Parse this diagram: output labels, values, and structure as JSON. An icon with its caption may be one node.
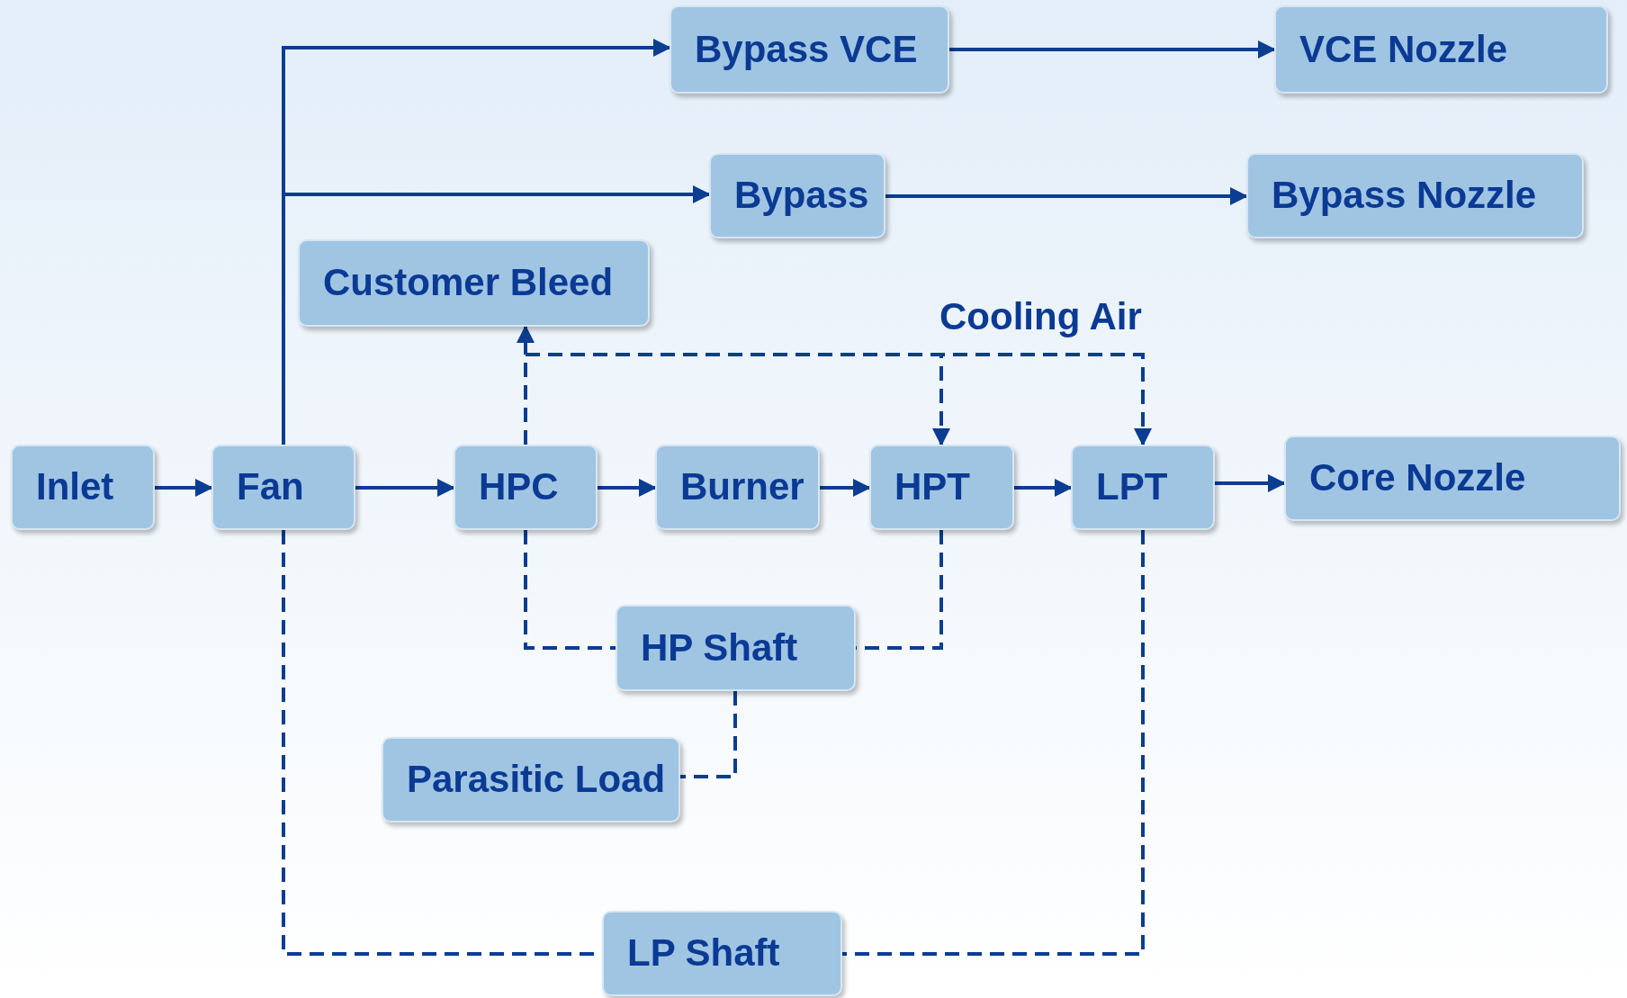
{
  "diagram": {
    "nodes": [
      {
        "text": [
          "Bypass VCE"
        ]
      },
      {
        "text": [
          "VCE Nozzle"
        ]
      },
      {
        "text": [
          "Bypass"
        ]
      },
      {
        "text": [
          "Bypass Nozzle"
        ]
      },
      {
        "text": [
          "Customer Bleed"
        ]
      },
      {
        "text": [
          "Inlet"
        ]
      },
      {
        "text": [
          "Fan"
        ]
      },
      {
        "text": [
          "HPC"
        ]
      },
      {
        "text": [
          "Burner"
        ]
      },
      {
        "text": [
          "HPT"
        ]
      },
      {
        "text": [
          "LPT"
        ]
      },
      {
        "text": [
          "Core Nozzle"
        ]
      },
      {
        "text": [
          "HP Shaft"
        ]
      },
      {
        "text": [
          "Parasitic Load"
        ]
      },
      {
        "text": [
          "LP Shaft"
        ]
      }
    ],
    "edges": [
      {
        "from": 6,
        "to": 0,
        "arrow": "to"
      },
      {
        "from": 6,
        "to": 2,
        "arrow": "to"
      },
      {
        "from": 0,
        "to": 1,
        "arrow": "to"
      },
      {
        "from": 2,
        "to": 3,
        "arrow": "to"
      },
      {
        "from": 5,
        "to": 6,
        "arrow": "to"
      },
      {
        "from": 6,
        "to": 7,
        "arrow": "to"
      },
      {
        "from": 7,
        "to": 8,
        "arrow": "to"
      },
      {
        "from": 8,
        "to": 9,
        "arrow": "to"
      },
      {
        "from": 9,
        "to": 10,
        "arrow": "to"
      },
      {
        "from": 10,
        "to": 11,
        "arrow": "to"
      },
      {
        "from": 7,
        "to": 4,
        "arrow": "to",
        "style": "dashed"
      },
      {
        "from": 7,
        "to": 9,
        "arrow": "to",
        "style": "dashed"
      },
      {
        "from": 7,
        "to": 10,
        "arrow": "to",
        "style": "dashed"
      },
      {
        "from": 7,
        "to": 12,
        "arrow": "none",
        "style": "dashed"
      },
      {
        "from": 9,
        "to": 12,
        "arrow": "none",
        "style": "dashed"
      },
      {
        "from": 12,
        "to": 13,
        "arrow": "none",
        "style": "dashed"
      },
      {
        "from": 6,
        "to": 14,
        "arrow": "none",
        "style": "dashed"
      },
      {
        "from": 10,
        "to": 14,
        "arrow": "none",
        "style": "dashed"
      }
    ],
    "labels": [
      "Cooling Air"
    ]
  }
}
